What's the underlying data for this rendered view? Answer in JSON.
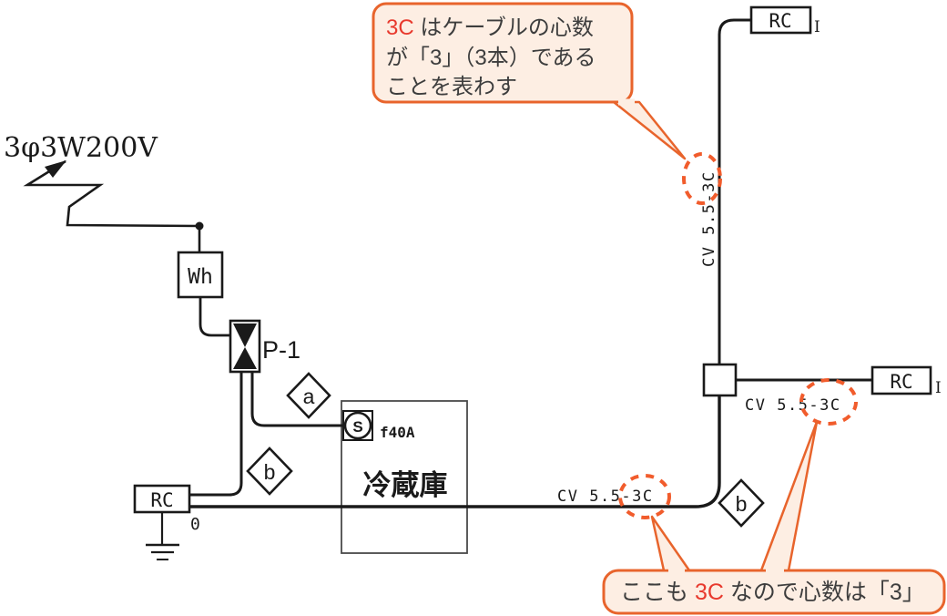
{
  "colors": {
    "accent_orange": "#e8642c",
    "bubble_fill": "#fdeee3",
    "highlight_red": "#e8392d",
    "diagram_line": "#1a1a1a",
    "body_text": "#3d3d3d"
  },
  "diagram": {
    "source_label": "3φ3W200V",
    "meter_label": "Wh",
    "breaker_label": "P-1",
    "switch_label": "S",
    "fuse_rating": "f40A",
    "load_name": "冷蔵庫",
    "tags": {
      "a": "a",
      "b_left": "b",
      "b_right": "b"
    },
    "outlets": {
      "left": {
        "label": "RC",
        "sub": "0"
      },
      "top": {
        "label": "RC",
        "suffix": "I"
      },
      "right": {
        "label": "RC",
        "suffix": "I"
      }
    },
    "cables": {
      "main_run": "CV 5.5-3C",
      "riser": "CV 5.5-3C",
      "branch": "CV 5.5-3C"
    }
  },
  "annotations": {
    "top_bubble": {
      "highlight": "3C",
      "line1_rest": " はケーブルの心数",
      "line2": "が「3」（3本）である",
      "line3": "ことを表わす"
    },
    "bottom_bubble": {
      "prefix": "ここも ",
      "highlight": "3C",
      "suffix": " なので心数は「3」"
    }
  }
}
